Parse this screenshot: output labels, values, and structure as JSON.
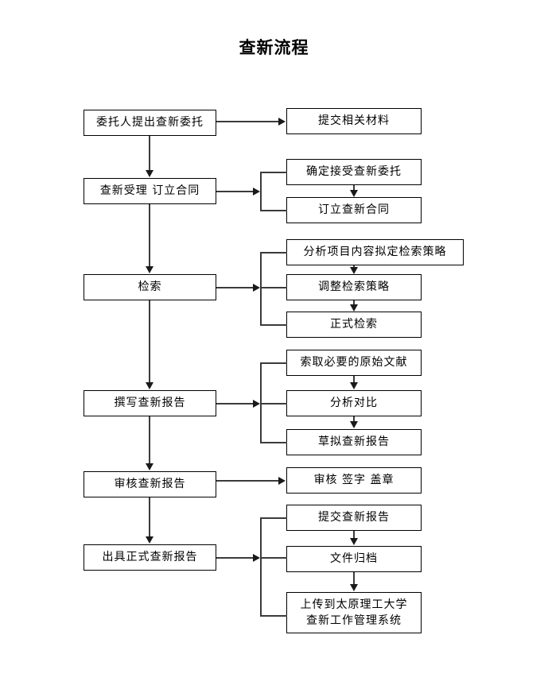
{
  "title": "查新流程",
  "colors": {
    "box_border": "#000000",
    "line": "#3b3b3b",
    "arrow": "#1a1a1a",
    "background": "#ffffff",
    "text": "#000000"
  },
  "chart_data": {
    "type": "diagram",
    "title": "查新流程",
    "orientation": "vertical-main-flow-with-right-branches",
    "main_flow": [
      {
        "id": "n1",
        "label": "委托人提出查新委托"
      },
      {
        "id": "n2",
        "label": "查新受理 订立合同"
      },
      {
        "id": "n3",
        "label": "检索"
      },
      {
        "id": "n4",
        "label": "撰写查新报告"
      },
      {
        "id": "n5",
        "label": "审核查新报告"
      },
      {
        "id": "n6",
        "label": "出具正式查新报告"
      }
    ],
    "branches": [
      {
        "from": "n1",
        "targets": [
          "提交相关材料"
        ]
      },
      {
        "from": "n2",
        "targets": [
          "确定接受查新委托",
          "订立查新合同"
        ]
      },
      {
        "from": "n3",
        "targets": [
          "分析项目内容拟定检索策略",
          "调整检索策略",
          "正式检索"
        ]
      },
      {
        "from": "n4",
        "targets": [
          "索取必要的原始文献",
          "分析对比",
          "草拟查新报告"
        ]
      },
      {
        "from": "n5",
        "targets": [
          "审核 签字 盖章"
        ]
      },
      {
        "from": "n6",
        "targets": [
          "提交查新报告",
          "文件归档",
          "上传到太原理工大学\n查新工作管理系统"
        ]
      }
    ]
  },
  "nodes": {
    "left": {
      "n1": "委托人提出查新委托",
      "n2": "查新受理 订立合同",
      "n3": "检索",
      "n4": "撰写查新报告",
      "n5": "审核查新报告",
      "n6": "出具正式查新报告"
    },
    "right": {
      "g1_b1": "提交相关材料",
      "g2_b1": "确定接受查新委托",
      "g2_b2": "订立查新合同",
      "g3_b1": "分析项目内容拟定检索策略",
      "g3_b2": "调整检索策略",
      "g3_b3": "正式检索",
      "g4_b1": "索取必要的原始文献",
      "g4_b2": "分析对比",
      "g4_b3": "草拟查新报告",
      "g5_b1": "审核 签字 盖章",
      "g6_b1": "提交查新报告",
      "g6_b2": "文件归档",
      "g6_b3": "上传到太原理工大学\n查新工作管理系统"
    }
  }
}
